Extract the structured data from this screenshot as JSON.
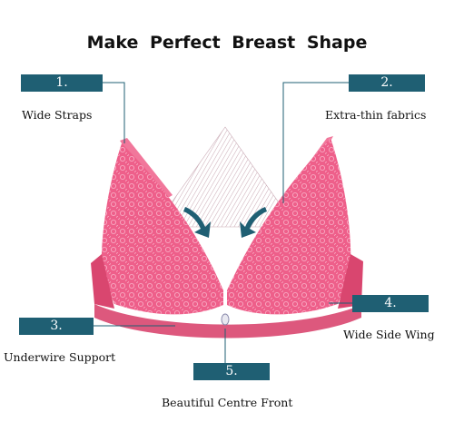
{
  "title": "Make Perfect Breast Shape",
  "features": [
    {
      "number": "1.",
      "label": "Wide Straps"
    },
    {
      "number": "2.",
      "label": "Extra-thin fabrics"
    },
    {
      "number": "3.",
      "label": "Underwire Support"
    },
    {
      "number": "4.",
      "label": "Wide Side Wing"
    },
    {
      "number": "5.",
      "label": "Beautiful Centre Front"
    }
  ],
  "colors": {
    "badge": "#1f5f73",
    "bra": "#ee5f8a",
    "bra_dark": "#d9466f",
    "arrow": "#1f5f73"
  }
}
